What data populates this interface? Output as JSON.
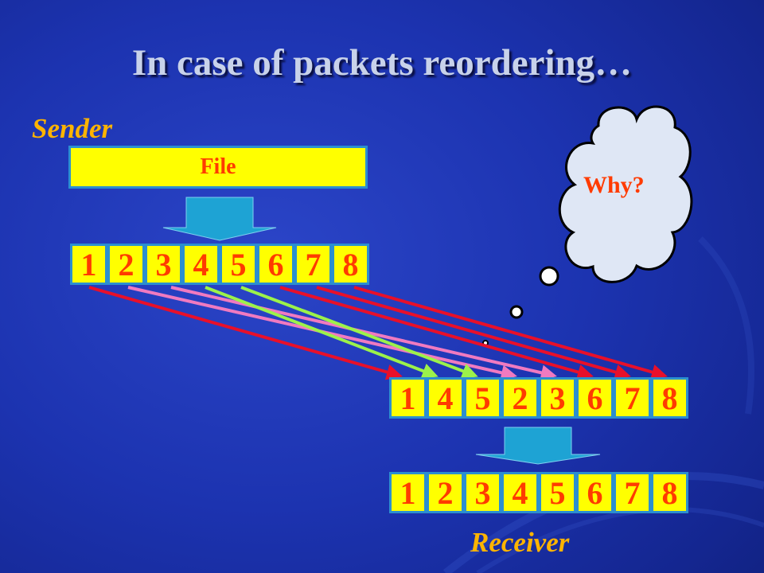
{
  "slide": {
    "title": "In case of packets reordering…",
    "sender_label": "Sender",
    "receiver_label": "Receiver",
    "file_label": "File",
    "thought_text": "Why?"
  },
  "packets": {
    "sent": [
      "1",
      "2",
      "3",
      "4",
      "5",
      "6",
      "7",
      "8"
    ],
    "received": [
      "1",
      "4",
      "5",
      "2",
      "3",
      "6",
      "7",
      "8"
    ],
    "reordered": [
      "1",
      "2",
      "3",
      "4",
      "5",
      "6",
      "7",
      "8"
    ]
  },
  "colors": {
    "cell_fill": "#ffff00",
    "cell_border": "#2b8fd0",
    "digit": "#ff3b00",
    "label_orange": "#ffb400",
    "arrow_red": "#e8102a",
    "arrow_pink": "#f07ac0",
    "arrow_green": "#9cf24a",
    "down_arrow": "#1ea3d4"
  }
}
